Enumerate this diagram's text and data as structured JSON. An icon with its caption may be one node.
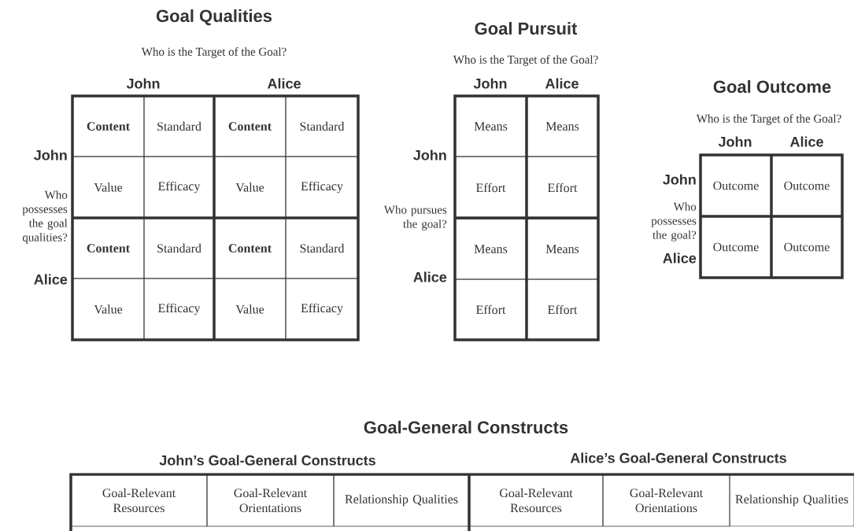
{
  "diagram": {
    "nodes": [
      {
        "text": [
          "Content"
        ]
      },
      {
        "text": [
          "Standard"
        ]
      },
      {
        "text": [
          "Content"
        ]
      },
      {
        "text": [
          "Standard"
        ]
      },
      {
        "text": [
          "Value"
        ]
      },
      {
        "text": [
          "Efficacy"
        ]
      },
      {
        "text": [
          "Value"
        ]
      },
      {
        "text": [
          "Efficacy"
        ]
      },
      {
        "text": [
          "Content"
        ]
      },
      {
        "text": [
          "Standard"
        ]
      },
      {
        "text": [
          "Content"
        ]
      },
      {
        "text": [
          "Standard"
        ]
      },
      {
        "text": [
          "Value"
        ]
      },
      {
        "text": [
          "Efficacy"
        ]
      },
      {
        "text": [
          "Value"
        ]
      },
      {
        "text": [
          "Efficacy"
        ]
      },
      {
        "text": [
          "Means"
        ]
      },
      {
        "text": [
          "Means"
        ]
      },
      {
        "text": [
          "Effort"
        ]
      },
      {
        "text": [
          "Effort"
        ]
      },
      {
        "text": [
          "Means"
        ]
      },
      {
        "text": [
          "Means"
        ]
      },
      {
        "text": [
          "Effort"
        ]
      },
      {
        "text": [
          "Effort"
        ]
      },
      {
        "text": [
          "Outcome"
        ]
      },
      {
        "text": [
          "Outcome"
        ]
      },
      {
        "text": [
          "Outcome"
        ]
      },
      {
        "text": [
          "Outcome"
        ]
      },
      {
        "text": [
          "Goal-Relevant Resources"
        ]
      },
      {
        "text": [
          "Goal-Relevant Orientations"
        ]
      },
      {
        "text": [
          "Relationship Qualities"
        ]
      },
      {
        "text": [
          "Goal-Relevant Resources"
        ]
      },
      {
        "text": [
          "Goal-Relevant Orientations"
        ]
      },
      {
        "text": [
          "Relationship Qualities"
        ]
      }
    ],
    "labels": [
      "Goal Qualities",
      "Who is the Target of the Goal?",
      "John",
      "Alice",
      "John",
      "Who possesses the goal qualities?",
      "Alice",
      "Goal Pursuit",
      "Who is the Target of the Goal?",
      "John",
      "Alice",
      "John",
      "Who pursues the goal?",
      "Alice",
      "Goal Outcome",
      "Who is the Target of the Goal?",
      "John",
      "Alice",
      "John",
      "Who possesses the goal?",
      "Alice",
      "Goal-General Constructs",
      "John’s Goal-General Constructs",
      "Alice’s Goal-General Constructs"
    ]
  }
}
